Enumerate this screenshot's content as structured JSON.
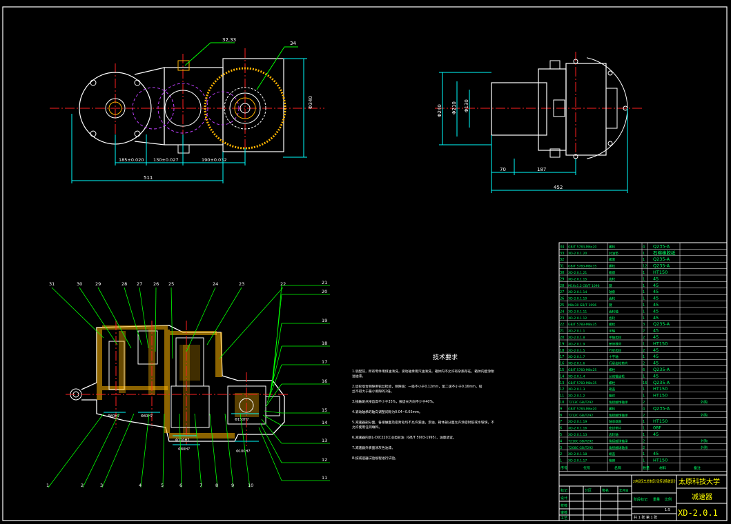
{
  "colors": {
    "background": "#000000",
    "frame": "#ffffff",
    "part_outline": "#ffffff",
    "center_line": "#ff2020",
    "dimension": "#00ffff",
    "leader": "#00ff00",
    "hatch": "#ffb400",
    "pitch_circle": "#c040ff",
    "text": "#ffffff",
    "title_yellow": "#ffff00",
    "table_text": "#00ff66"
  },
  "top_view": {
    "leader_labels": [
      "32,33",
      "34"
    ],
    "dims": [
      "185±0.020",
      "130±0.027",
      "190±0.032",
      "511",
      "Φ340"
    ]
  },
  "side_view": {
    "dims": [
      "Φ240",
      "Φ210",
      "Φ130",
      "70",
      "187",
      "452"
    ]
  },
  "section_view": {
    "callouts_top": [
      "31",
      "30",
      "29",
      "28",
      "27",
      "26",
      "25",
      "24",
      "23",
      "22"
    ],
    "callouts_right": [
      "21",
      "20",
      "19",
      "18",
      "17",
      "16",
      "15",
      "14",
      "13",
      "12",
      "11"
    ],
    "callouts_bottom": [
      "1",
      "2",
      "3",
      "4",
      "5",
      "6",
      "7",
      "8",
      "9",
      "10"
    ],
    "fits": [
      "Φ80H7",
      "Φ80H7",
      "Φ80H7",
      "Φ100H7",
      "Φ120H7",
      "Φ150H7"
    ]
  },
  "tech_req": {
    "title": "技术要求",
    "items": [
      "1.装配前，所有零件用煤油清洗，滚动轴承用汽油清洗，箱体内不允许有杂质存在，箱体内壁涂耐油油漆。",
      "2.齿轮啮合侧隙用铅丝检验，侧隙值：一级不小于0.12mm，第二级不小于0.16mm，铅丝不得大于最小侧隙的2倍。",
      "3.接触斑点按齿高不少于35%，按齿长方向不少于40%。",
      "4.滚动轴承的轴向调整间隙为0.04~0.05mm。",
      "5.减速器剖分面，各接触面及密封处均不允许漏油，渗油，箱体剖分面允许涂密封胶或水玻璃，不允许使用任何填料。",
      "6.减速器内装L-CKC220工业齿轮油（GB/T 5903-1995），油量适宜。",
      "7.减速器外表面涂灰色油漆。",
      "8.按减速器试验规程进行试验。"
    ]
  },
  "parts_table": {
    "rows": [
      {
        "no": "34",
        "code": "GB/T 5783-M6x20",
        "name": "螺栓",
        "qty": "4",
        "mat": "Q235-A"
      },
      {
        "no": "33",
        "code": "XD-2.0.1.20",
        "name": "封油垫",
        "qty": "1",
        "mat": "石棉橡胶纸"
      },
      {
        "no": "32",
        "code": "",
        "name": "螺塞",
        "qty": "1",
        "mat": "Q235-A"
      },
      {
        "no": "31",
        "code": "GB/T 5783-M8x35",
        "name": "螺栓",
        "qty": "12",
        "mat": "Q235-A"
      },
      {
        "no": "30",
        "code": "XD-2.0.1.21",
        "name": "箱座",
        "qty": "1",
        "mat": "HT150"
      },
      {
        "no": "29",
        "code": "XD-2.0.1.15",
        "name": "齿轮",
        "qty": "1",
        "mat": "45"
      },
      {
        "no": "28",
        "code": "M16x1.2 GB/T 1096",
        "name": "键",
        "qty": "1",
        "mat": "45"
      },
      {
        "no": "27",
        "code": "XD-2.0.1.14",
        "name": "轴套",
        "qty": "1",
        "mat": "45"
      },
      {
        "no": "26",
        "code": "XD-2.0.1.10",
        "name": "齿轮",
        "qty": "1",
        "mat": "45"
      },
      {
        "no": "25",
        "code": "M8x30 GB/T 1096",
        "name": "键",
        "qty": "1",
        "mat": "45"
      },
      {
        "no": "24",
        "code": "XD-2.0.1.11",
        "name": "齿轮轴",
        "qty": "1",
        "mat": "45"
      },
      {
        "no": "23",
        "code": "XD-2.0.1.12",
        "name": "齿轮",
        "qty": "1",
        "mat": "45"
      },
      {
        "no": "22",
        "code": "GB/T 5783-M8x35",
        "name": "螺栓",
        "qty": "3",
        "mat": "Q235-A"
      },
      {
        "no": "21",
        "code": "XD-2.0.1.1",
        "name": "半轴",
        "qty": "2",
        "mat": "45"
      },
      {
        "no": "20",
        "code": "XD-2.0.1.8",
        "name": "半轴齿轮",
        "qty": "2",
        "mat": "45"
      },
      {
        "no": "19",
        "code": "XD-2.0.1.9",
        "name": "差速器壳",
        "qty": "1",
        "mat": "HT150"
      },
      {
        "no": "18",
        "code": "XD-2.0.1.5",
        "name": "行星齿轮",
        "qty": "2",
        "mat": "45"
      },
      {
        "no": "17",
        "code": "XD-2.0.1.7",
        "name": "十字轴",
        "qty": "1",
        "mat": "45"
      },
      {
        "no": "16",
        "code": "XD-2.0.1.6",
        "name": "行星齿轮垫片",
        "qty": "2",
        "mat": "45"
      },
      {
        "no": "15",
        "code": "GB/T 5783-M8x25",
        "name": "螺栓",
        "qty": "6",
        "mat": "Q235-A"
      },
      {
        "no": "14",
        "code": "XD-2.0.1.4",
        "name": "从动锥齿轮",
        "qty": "1",
        "mat": "45"
      },
      {
        "no": "13",
        "code": "GB/T 5783-M8x35",
        "name": "螺栓",
        "qty": "16",
        "mat": "Q235-A"
      },
      {
        "no": "12",
        "code": "XD-2.0.1.3",
        "name": "箱盖",
        "qty": "1",
        "mat": "HT150"
      },
      {
        "no": "11",
        "code": "XD-2.0.1.2",
        "name": "箱体",
        "qty": "1",
        "mat": "HT150"
      },
      {
        "no": "10",
        "code": "7213C GB/T292",
        "name": "角接触球轴承",
        "qty": "2",
        "mat": ""
      },
      {
        "no": "9",
        "code": "GB/T 5783-M6x20",
        "name": "螺栓",
        "qty": "4",
        "mat": "Q235-A"
      },
      {
        "no": "8",
        "code": "7212C GB/T292",
        "name": "角接触球轴承",
        "qty": "2",
        "mat": ""
      },
      {
        "no": "7",
        "code": "XD-2.0.1.19",
        "name": "轴承端盖",
        "qty": "1",
        "mat": "HT150"
      },
      {
        "no": "6",
        "code": "XD-2.0.1.16",
        "name": "密封垫片",
        "qty": "1",
        "mat": "08F"
      },
      {
        "no": "5",
        "code": "XD-2.0.1.13",
        "name": "齿轮轴",
        "qty": "1",
        "mat": "45"
      },
      {
        "no": "4",
        "code": "7210C GB/T292",
        "name": "角接触球轴承",
        "qty": "2",
        "mat": ""
      },
      {
        "no": "3",
        "code": "7208C GB/T292",
        "name": "角接触球轴承",
        "qty": "2",
        "mat": ""
      },
      {
        "no": "2",
        "code": "XD-2.0.1.18",
        "name": "端盖",
        "qty": "1",
        "mat": "45"
      },
      {
        "no": "1",
        "code": "XD-2.0.1.17",
        "name": "箱座",
        "qty": "1",
        "mat": "HT150"
      }
    ],
    "header": [
      "序号",
      "代号",
      "名称",
      "数量",
      "材料",
      "备注"
    ],
    "extra_label": "外购"
  },
  "title_block": {
    "project": "2t电动叉车总体设计及传动系统设计",
    "school": "太原科技大学",
    "drawing_name": "减速器",
    "drawing_no": "XD-2.0.1",
    "scale": "1:5",
    "sheet": "共 1 张 第 1 张",
    "rows": [
      "标记",
      "设计",
      "校核",
      "审核",
      "工艺"
    ],
    "cells": [
      "分区",
      "签名",
      "年月日",
      "阶段标记",
      "重量",
      "比例"
    ]
  }
}
